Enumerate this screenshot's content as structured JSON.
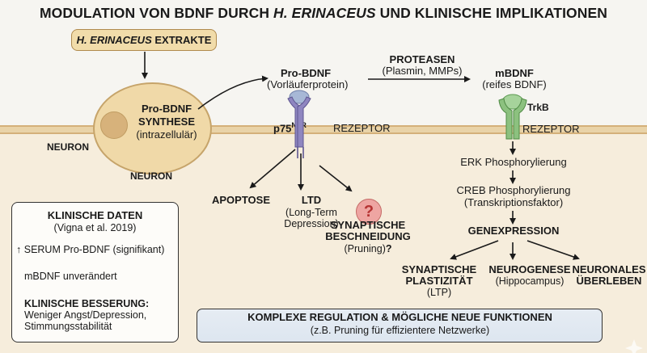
{
  "title": {
    "prefix": "MODULATION VON BDNF DURCH ",
    "italic": "H. ERINACEUS",
    "suffix": " UND KLINISCHE IMPLIKATIONEN"
  },
  "extract": {
    "italic": "H. ERINACEUS",
    "suffix": " EXTRAKTE"
  },
  "cell": {
    "line1": "Pro-BDNF",
    "line2": "SYNTHESE",
    "line3": "(intrazellulär)",
    "label_left": "NEURON",
    "label_below": "NEURON"
  },
  "pro_bdnf": {
    "name": "Pro-BDNF",
    "sub": "(Vorläuferprotein)"
  },
  "proteases": {
    "name": "PROTEASEN",
    "sub": "(Plasmin, MMPs)"
  },
  "mbdnf": {
    "name": "mBDNF",
    "sub": "(reifes BDNF)"
  },
  "p75": {
    "name": "p75",
    "sup": "NTR",
    "receptor": "REZEPTOR"
  },
  "trkb": {
    "name": "TrkB",
    "receptor": "REZEPTOR"
  },
  "p75_outcomes": {
    "apoptose": "APOPTOSE",
    "ltd": {
      "name": "LTD",
      "sub1": "(Long-Term",
      "sub2": "Depression)"
    },
    "pruning": {
      "qmark": "?",
      "line1": "SYNAPTISCHE",
      "line2": "BESCHNEIDUNG",
      "sub": "(Pruning)",
      "suffix": "?"
    }
  },
  "trkb_cascade": {
    "erk": "ERK Phosphorylierung",
    "creb": "CREB Phosphorylierung",
    "creb_sub": "(Transkriptionsfaktor)",
    "genexpression": "GENEXPRESSION"
  },
  "gene_outcomes": {
    "plasticity": {
      "line1": "SYNAPTISCHE",
      "line2": "PLASTIZITÄT",
      "sub": "(LTP)"
    },
    "neurogenesis": {
      "line1": "NEUROGENESE",
      "sub": "(Hippocampus)"
    },
    "survival": {
      "line1": "NEURONALES",
      "line2": "ÜBERLEBEN"
    }
  },
  "clinical": {
    "title": "KLINISCHE DATEN",
    "source": "(Vigna et al. 2019)",
    "serum": "SERUM Pro-BDNF (signifikant)",
    "mbdnf": "mBDNF unverändert",
    "improvement_title": "KLINISCHE BESSERUNG:",
    "improvement_line1": "Weniger Angst/Depression,",
    "improvement_line2": "Stimmungsstabilität"
  },
  "summary": {
    "title": "KOMPLEXE REGULATION & MÖGLICHE NEUE FUNKTIONEN",
    "sub": "(z.B. Pruning für effizientere Netzwerke)"
  },
  "colors": {
    "membrane": "#e9d3a8",
    "cell": "#f0d9a8",
    "p75_receptor": "#8f86c0",
    "trkb_receptor": "#8cc17f",
    "question": "#eea5a2",
    "summary_box": "#e2e9f1"
  }
}
